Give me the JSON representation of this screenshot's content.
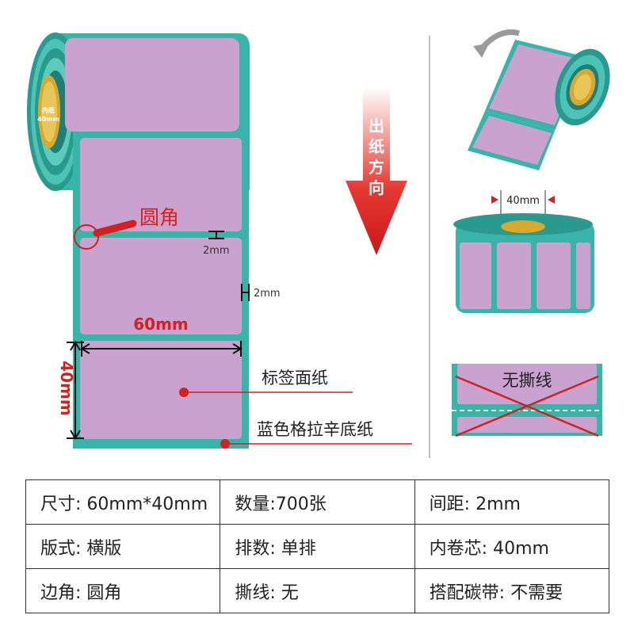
{
  "inner_core_label": [
    "内纸",
    "40mm"
  ],
  "callouts": {
    "rounded_corner": "圆角",
    "gap_top": "2mm",
    "gap_side": "2mm",
    "width": "60mm",
    "height": "40mm",
    "face_paper": "标签面纸",
    "backing_paper": "蓝色格拉辛底纸"
  },
  "direction_label": [
    "出",
    "纸",
    "方",
    "向"
  ],
  "core_width_label": "40mm",
  "no_tear_line_label": "无撕线",
  "specs": [
    [
      {
        "label": "尺寸:",
        "value": "60mm*40mm"
      },
      {
        "label": "数量:",
        "value": "700张"
      },
      {
        "label": "间距:",
        "value": "2mm"
      }
    ],
    [
      {
        "label": "版式:",
        "value": "横版"
      },
      {
        "label": "排数:",
        "value": "单排"
      },
      {
        "label": "内卷芯:",
        "value": "40mm"
      }
    ],
    [
      {
        "label": "边角:",
        "value": "圆角"
      },
      {
        "label": "撕线:",
        "value": "无"
      },
      {
        "label": "搭配碳带:",
        "value": "不需要"
      }
    ]
  ],
  "colors": {
    "label_face": "#c9a2cf",
    "backing": "#37b5a8",
    "backing_dark": "#1f7e78",
    "accent_red": "#d4201f",
    "core": "#d8a92b"
  }
}
